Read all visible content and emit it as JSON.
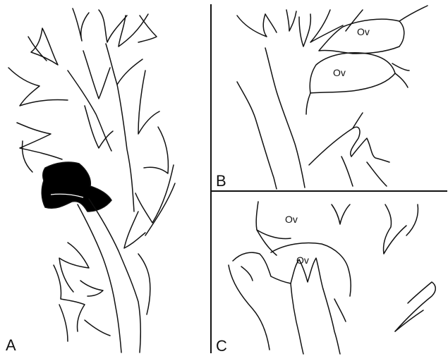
{
  "figure": {
    "panels": [
      {
        "id": "A",
        "letter": "A",
        "labels": []
      },
      {
        "id": "B",
        "letter": "B",
        "labels": [
          "Ov",
          "Ov"
        ]
      },
      {
        "id": "C",
        "letter": "C",
        "labels": [
          "Ov",
          "Ov"
        ]
      }
    ],
    "colors": {
      "line": "#111111",
      "background": "#ffffff",
      "fill": "#000000"
    }
  }
}
